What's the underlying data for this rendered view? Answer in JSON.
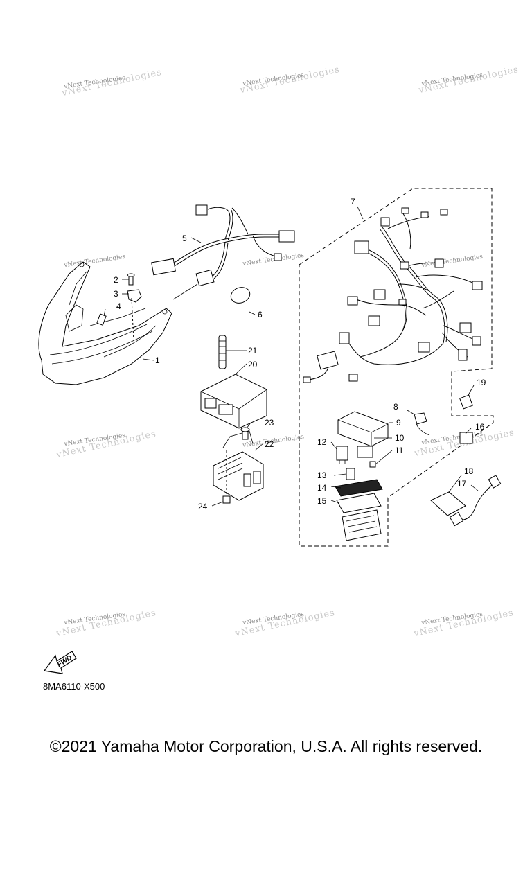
{
  "watermark": {
    "text": "vNext Technologies",
    "ghost": "vNext Technologies"
  },
  "callouts": [
    {
      "id": "1",
      "label": "1"
    },
    {
      "id": "2",
      "label": "2"
    },
    {
      "id": "3",
      "label": "3"
    },
    {
      "id": "4",
      "label": "4"
    },
    {
      "id": "5",
      "label": "5"
    },
    {
      "id": "6",
      "label": "6"
    },
    {
      "id": "7",
      "label": "7"
    },
    {
      "id": "8",
      "label": "8"
    },
    {
      "id": "9",
      "label": "9"
    },
    {
      "id": "10",
      "label": "10"
    },
    {
      "id": "11",
      "label": "11"
    },
    {
      "id": "12",
      "label": "12"
    },
    {
      "id": "13",
      "label": "13"
    },
    {
      "id": "14",
      "label": "14"
    },
    {
      "id": "15",
      "label": "15"
    },
    {
      "id": "16",
      "label": "16"
    },
    {
      "id": "17",
      "label": "17"
    },
    {
      "id": "18",
      "label": "18"
    },
    {
      "id": "19",
      "label": "19"
    },
    {
      "id": "20",
      "label": "20"
    },
    {
      "id": "21",
      "label": "21"
    },
    {
      "id": "22",
      "label": "22"
    },
    {
      "id": "23",
      "label": "23"
    },
    {
      "id": "24",
      "label": "24"
    }
  ],
  "fwd_label": "FWD",
  "diagram_code": "8MA6110-X500",
  "copyright": "©2021 Yamaha Motor Corporation, U.S.A. All rights reserved."
}
